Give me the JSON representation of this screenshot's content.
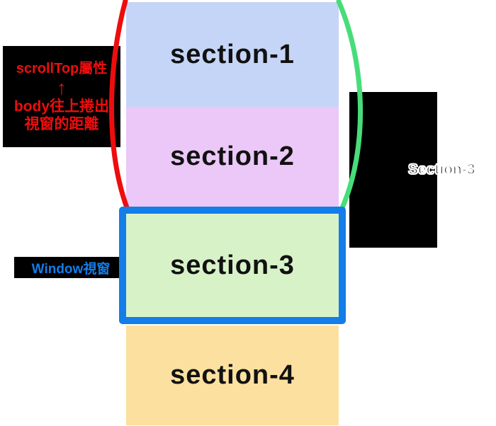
{
  "sections": [
    {
      "label": "section-1",
      "color": "#c5d5f7"
    },
    {
      "label": "section-2",
      "color": "#ebc8f7"
    },
    {
      "label": "section-3",
      "color": "#d8f2c8"
    },
    {
      "label": "section-4",
      "color": "#fbe09f"
    }
  ],
  "annotations": {
    "scrolltop_label": {
      "line1": "scrollTop屬性",
      "arrow": "↑",
      "line2": "body往上捲出",
      "line3": "視窗的距離",
      "text_color": "#ee0d0d"
    },
    "window_label": {
      "text": "Window視窗",
      "text_color": "#137de8"
    },
    "right_label": {
      "text": "Section-3"
    }
  },
  "viewport": {
    "border_color": "#137de8"
  },
  "curves": {
    "red_color": "#ee0d0d",
    "green_color": "#47dd7a"
  }
}
